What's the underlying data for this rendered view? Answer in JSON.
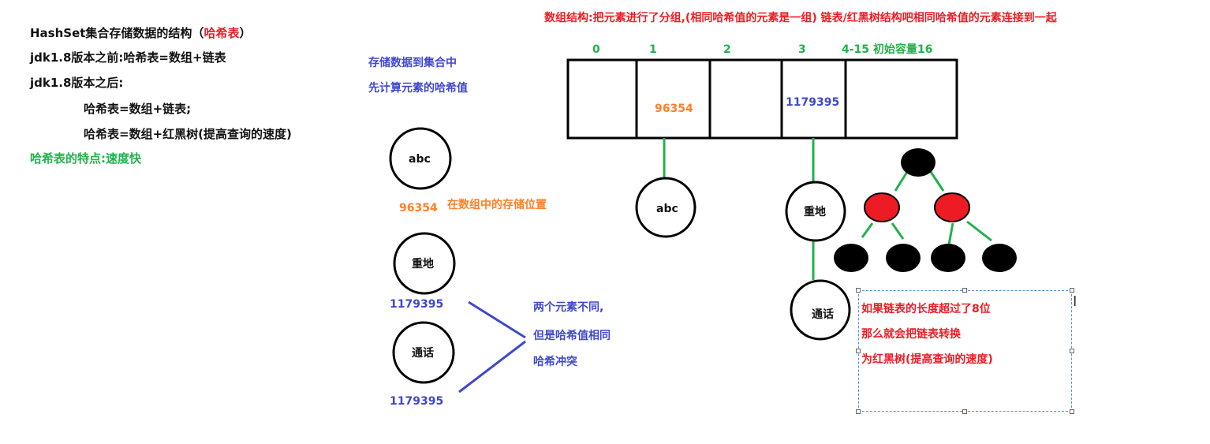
{
  "left_notes": {
    "line1_prefix": "HashSet集合存储数据的结构（",
    "line1_highlight": "哈希表",
    "line1_suffix": "）",
    "line2": "jdk1.8版本之前:哈希表=数组+链表",
    "line3": "jdk1.8版本之后:",
    "line4": "哈希表=数组+链表;",
    "line5": "哈希表=数组+红黑树(提高查询的速度)",
    "line6": "哈希表的特点:速度快"
  },
  "top_note": "数组结构:把元素进行了分组,(相同哈希值的元素是一组) 链表/红黑树结构吧相同哈希值的元素连接到一起",
  "store_note": {
    "line1": "存储数据到集合中",
    "line2": "先计算元素的哈希值"
  },
  "array": {
    "indices": [
      "0",
      "1",
      "2",
      "3",
      "4-15 初始容量16"
    ],
    "cells": [
      "",
      "96354",
      "",
      "1179395",
      ""
    ]
  },
  "elements": {
    "abc": "abc",
    "abc_hash": "96354",
    "abc_position_label": "在数组中的存储位置",
    "zhongdi": "重地",
    "zhongdi_hash": "1179395",
    "tonghua": "通话",
    "tonghua_hash": "1179395"
  },
  "collision_note": {
    "line1": "两个元素不同,",
    "line2": "但是哈希值相同",
    "line3": "哈希冲突"
  },
  "chain": {
    "node1": "abc",
    "node2": "重地",
    "node3": "通话"
  },
  "tree_note": {
    "line1": "如果链表的长度超过了8位",
    "line2": "那么就会把链表转换",
    "line3": "为红黑树(提高查询的速度)"
  },
  "colors": {
    "blue": "#3f48cc",
    "green": "#22b14c",
    "orange": "#ff7f27",
    "red": "#ed1c24",
    "black": "#000000"
  }
}
